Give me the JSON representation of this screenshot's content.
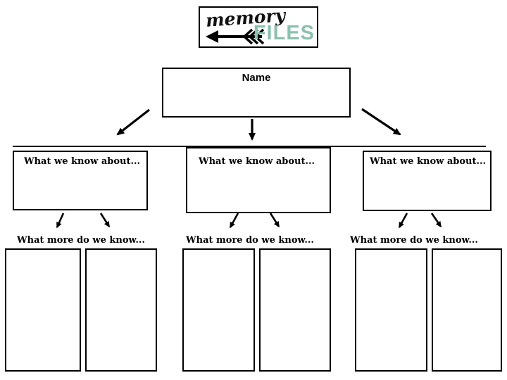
{
  "logo": {
    "script_text": "memory",
    "block_text": "FILES",
    "block_color": "#8cc0ae",
    "arrow_icon": "left-arrow-icon"
  },
  "name_box": {
    "label": "Name"
  },
  "columns": [
    {
      "id": "left",
      "know_label": "What we know about...",
      "more_label": "What more do we know..."
    },
    {
      "id": "middle",
      "know_label": "What we know about...",
      "more_label": "What more do we know..."
    },
    {
      "id": "right",
      "know_label": "What we know about...",
      "more_label": "What more do we know..."
    }
  ],
  "line_color": "#000000"
}
